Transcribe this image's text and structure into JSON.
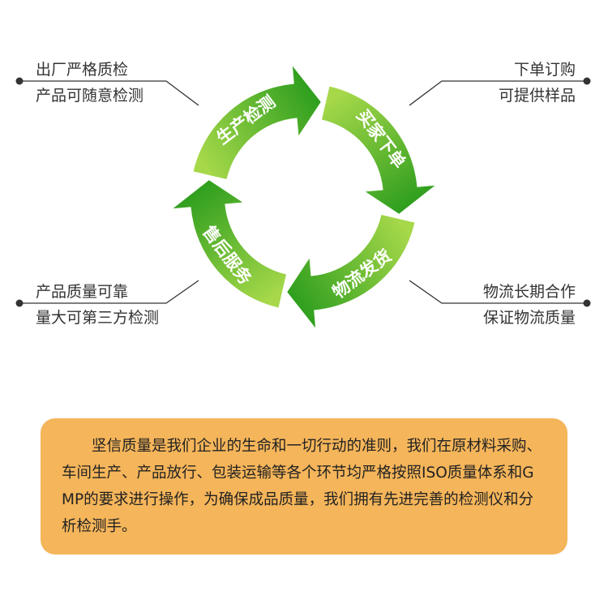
{
  "colors": {
    "arrow_dark": "#2e9e1e",
    "arrow_light": "#a6d84a",
    "text_dark": "#333333",
    "box_fill": "#f5b55a",
    "line": "#333333"
  },
  "cycle": {
    "segments": [
      {
        "label": "生产检测",
        "mid_angle": 233
      },
      {
        "label": "买家下单",
        "mid_angle": 323
      },
      {
        "label": "物流发货",
        "mid_angle": 53
      },
      {
        "label": "售后服务",
        "mid_angle": 143
      }
    ]
  },
  "side_notes": {
    "top_left": [
      "出厂严格质检",
      "产品可随意检测"
    ],
    "top_right": [
      "下单订购",
      "可提供样品"
    ],
    "bottom_left": [
      "产品质量可靠",
      "量大可第三方检测"
    ],
    "bottom_right": [
      "物流长期合作",
      "保证物流质量"
    ]
  },
  "info_box": {
    "text": "坚信质量是我们企业的生命和一切行动的准则，我们在原材料采购、车间生产、产品放行、包装运输等各个环节均严格按照ISO质量体系和GMP的要求进行操作，为确保成品质量，我们拥有先进完善的检测仪和分析检测手。"
  }
}
